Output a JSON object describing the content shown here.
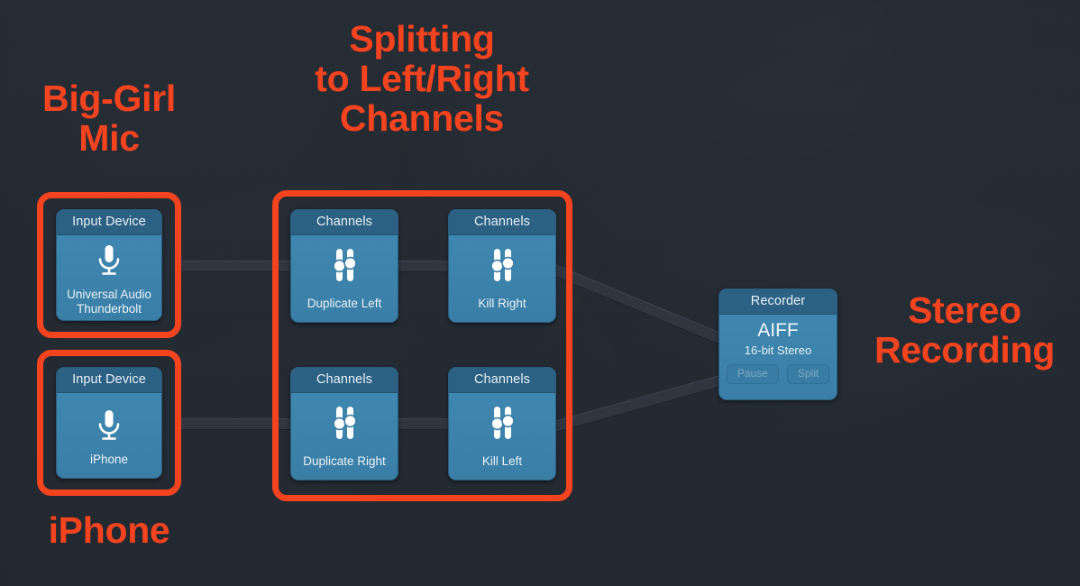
{
  "canvas": {
    "background_color": "#232931",
    "accent_color": "#f4431f",
    "node_body_color": "#3b82ab",
    "node_header_color": "#2c6184",
    "wire_color": "#2f3640"
  },
  "captions": [
    {
      "name": "big-girl-mic",
      "text": "Big-Girl\nMic",
      "size": 41
    },
    {
      "name": "splitting",
      "text": "Splitting\nto Left/Right\nChannels",
      "size": 41
    },
    {
      "name": "stereo-recording",
      "text": "Stereo\nRecording",
      "size": 41
    },
    {
      "name": "iphone",
      "text": "iPhone",
      "size": 41
    }
  ],
  "nodes": {
    "input_device_1": {
      "header": "Input Device",
      "icon": "microphone-icon",
      "label": "Universal Audio\nThunderbolt"
    },
    "input_device_2": {
      "header": "Input Device",
      "icon": "microphone-icon",
      "label": "iPhone"
    },
    "channels_duplicate_left": {
      "header": "Channels",
      "icon": "channel-sliders-icon",
      "label": "Duplicate Left"
    },
    "channels_kill_right": {
      "header": "Channels",
      "icon": "channel-sliders-icon",
      "label": "Kill Right"
    },
    "channels_duplicate_right": {
      "header": "Channels",
      "icon": "channel-sliders-icon",
      "label": "Duplicate Right"
    },
    "channels_kill_left": {
      "header": "Channels",
      "icon": "channel-sliders-icon",
      "label": "Kill Left"
    },
    "recorder": {
      "header": "Recorder",
      "format": "AIFF",
      "subtitle": "16-bit Stereo",
      "buttons": [
        {
          "name": "pause-button",
          "label": "Pause"
        },
        {
          "name": "split-button",
          "label": "Split"
        }
      ]
    }
  }
}
